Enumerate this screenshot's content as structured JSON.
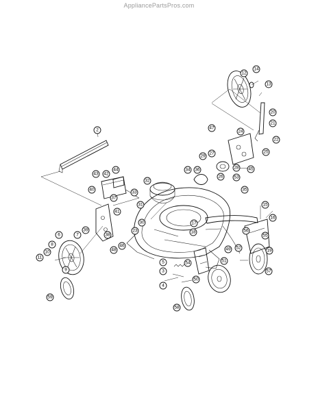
{
  "watermark": "AppliancePartsPros.com",
  "callouts": [
    "2",
    "4",
    "3",
    "5",
    "6",
    "7",
    "8",
    "9",
    "10",
    "11",
    "12",
    "13",
    "14",
    "15",
    "16",
    "17",
    "18",
    "19",
    "20",
    "21",
    "22",
    "23",
    "24",
    "25",
    "26",
    "27",
    "28",
    "29",
    "30",
    "31",
    "32",
    "33",
    "34",
    "35",
    "36",
    "37",
    "38",
    "39",
    "40",
    "41",
    "42",
    "43",
    "44",
    "45",
    "46",
    "47",
    "48",
    "49",
    "50",
    "51",
    "52",
    "53",
    "54",
    "55",
    "56",
    "57",
    "58",
    "59"
  ]
}
